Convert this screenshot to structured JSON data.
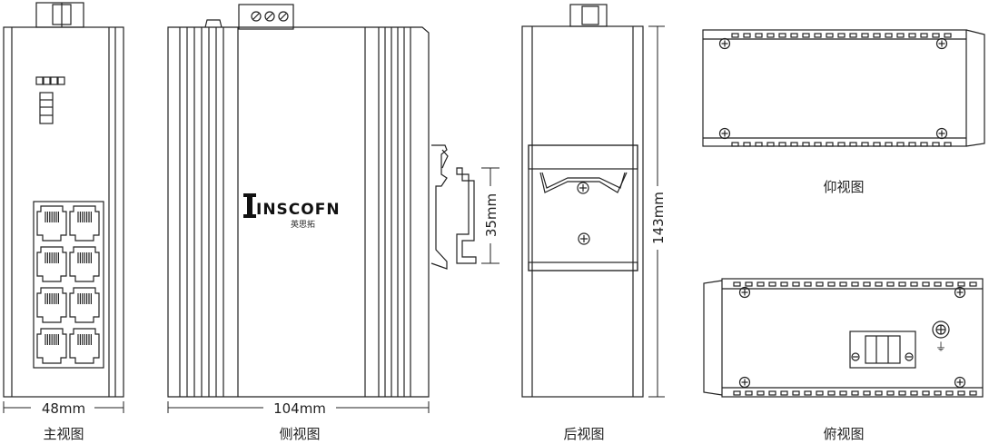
{
  "brand": {
    "logo_text": "INSCOFN",
    "logo_subtext": "英思拓"
  },
  "dimensions": {
    "front_width": "48mm",
    "side_width": "104mm",
    "rail_height": "35mm",
    "total_height": "143mm"
  },
  "views": {
    "front": "主视图",
    "side": "侧视图",
    "rear": "后视图",
    "bottom": "仰视图",
    "top": "俯视图"
  },
  "symbols": {
    "ground": "⏚"
  },
  "colors": {
    "line": "#222222",
    "fill": "#ffffff"
  }
}
